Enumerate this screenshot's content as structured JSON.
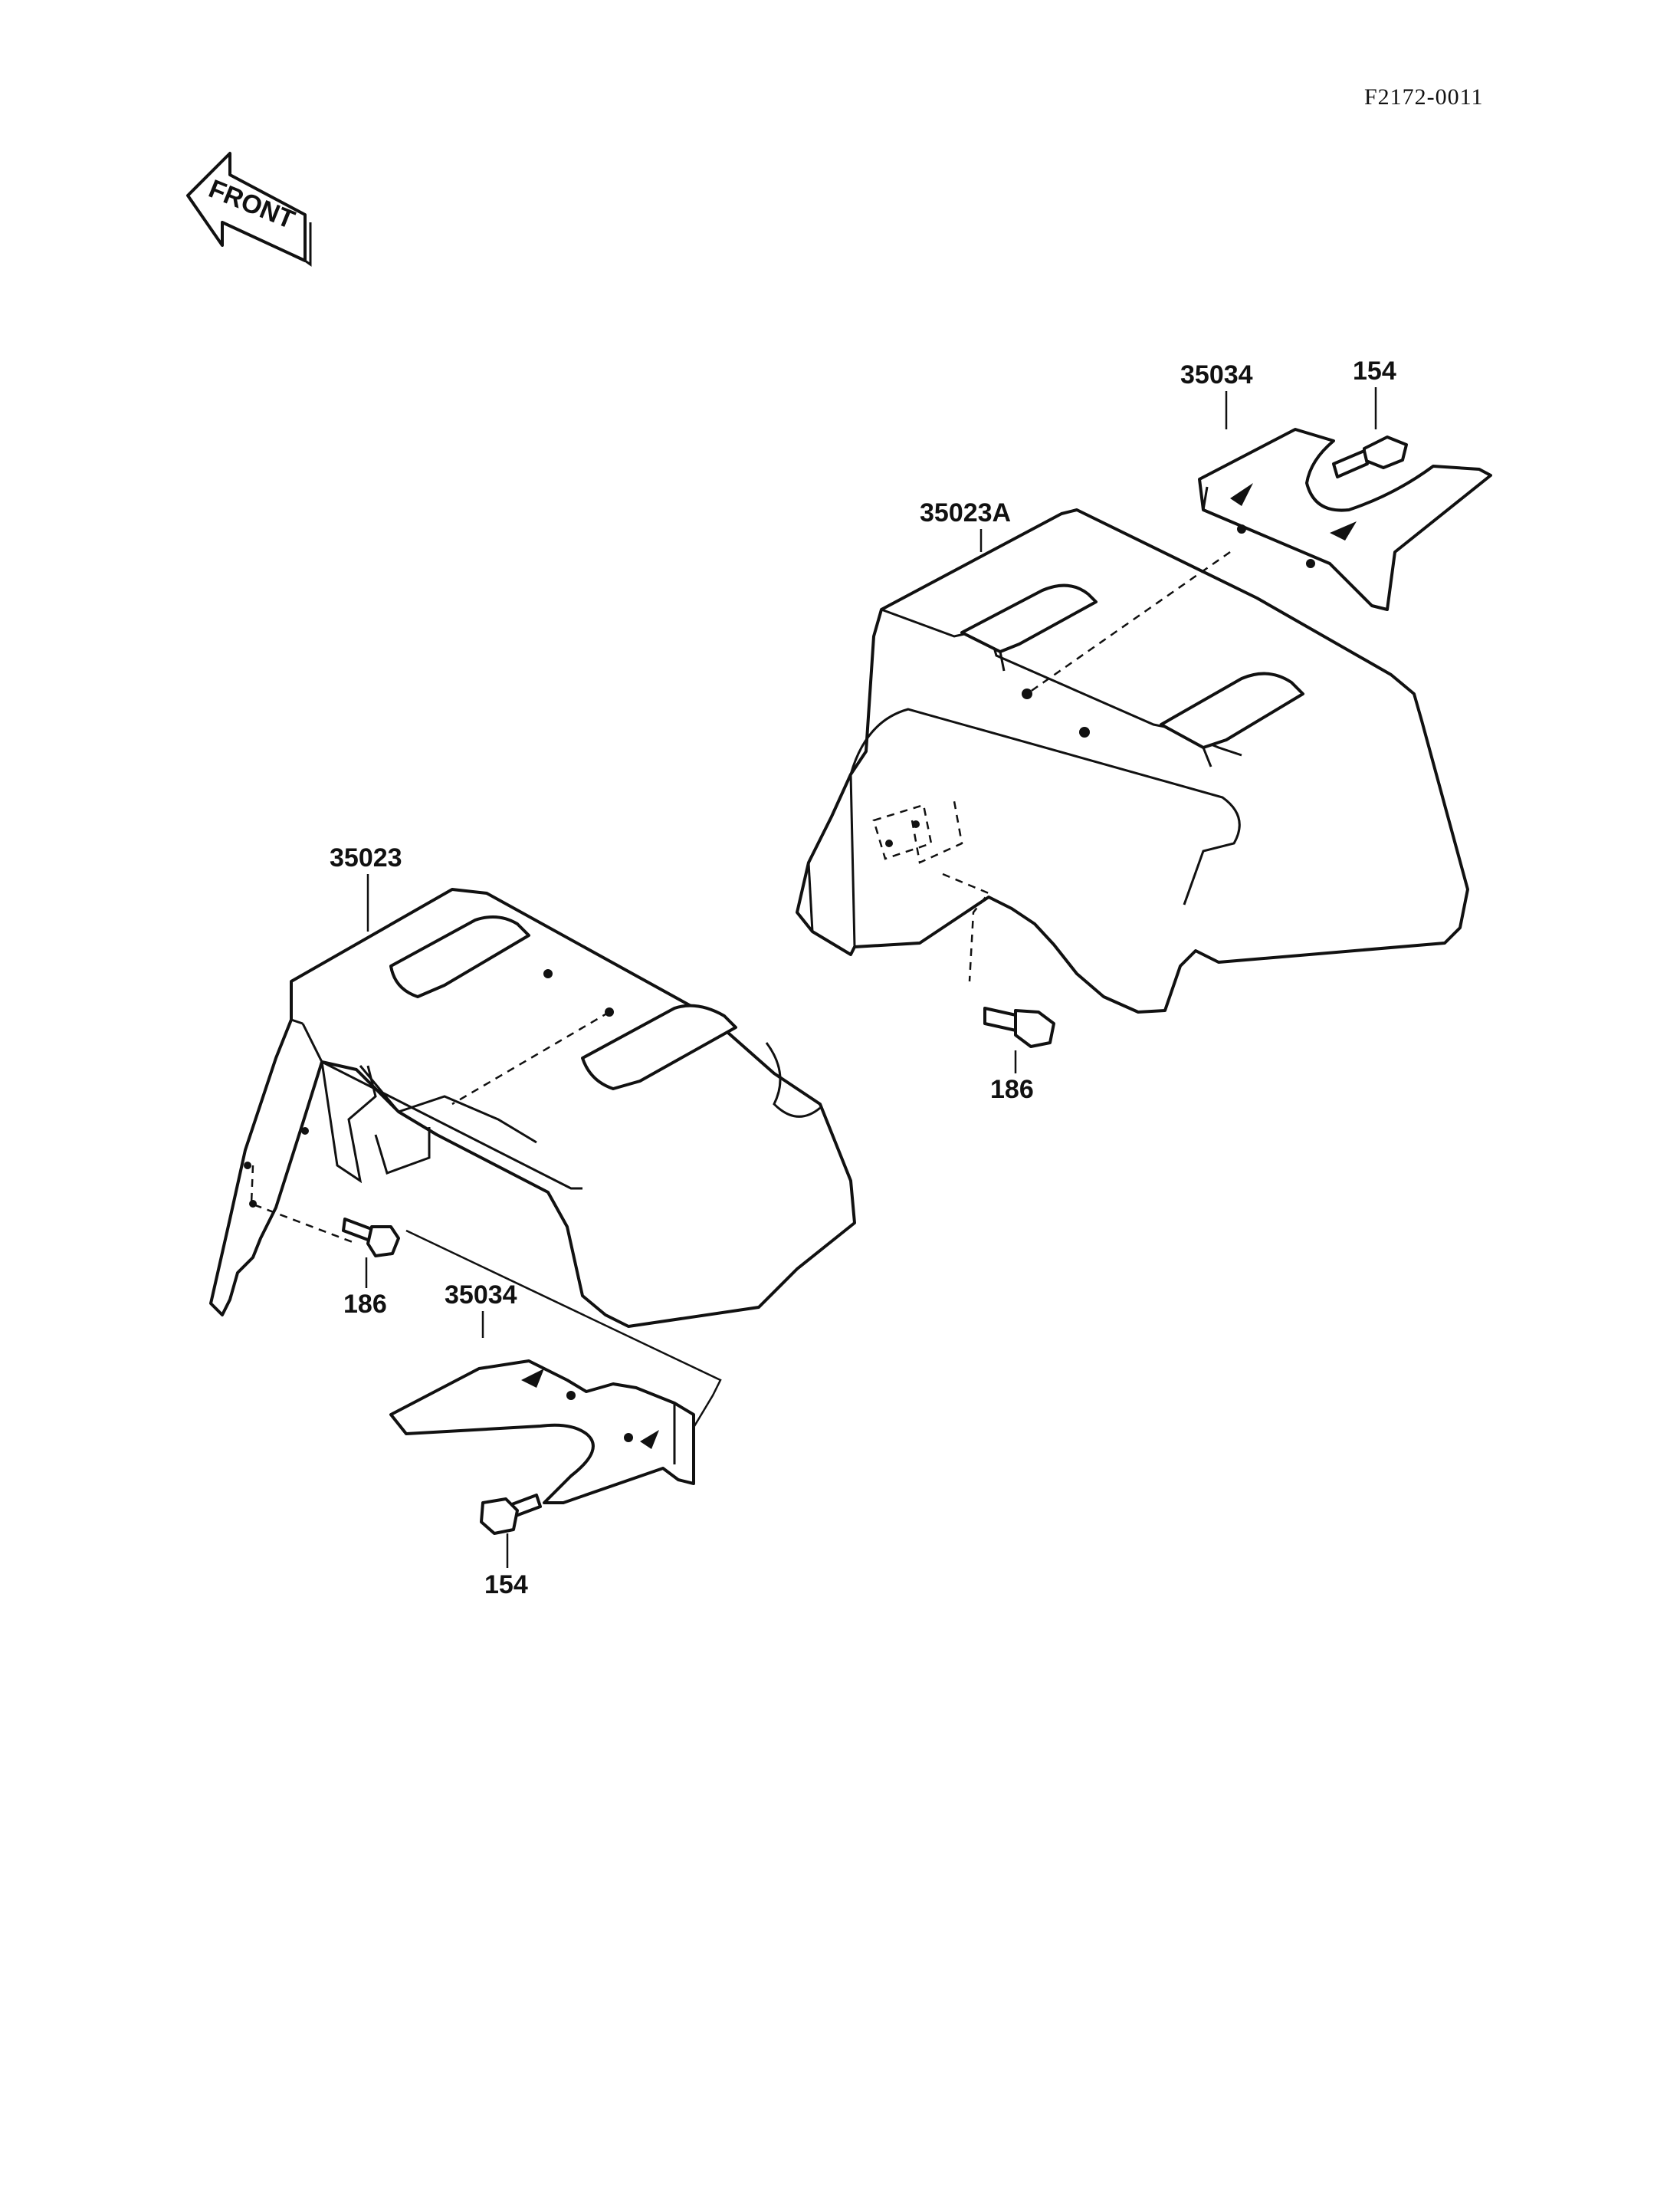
{
  "drawing_code": "F2172-0011",
  "front_arrow": {
    "label": "FRONT"
  },
  "callouts": {
    "rear_fender_cover": "35023A",
    "rear_flap_upper": "35034",
    "rear_bolt_upper": "154",
    "rear_bolt_side": "186",
    "front_fender_cover": "35023",
    "front_bolt_side": "186",
    "front_flap_lower": "35034",
    "front_bolt_lower": "154"
  }
}
